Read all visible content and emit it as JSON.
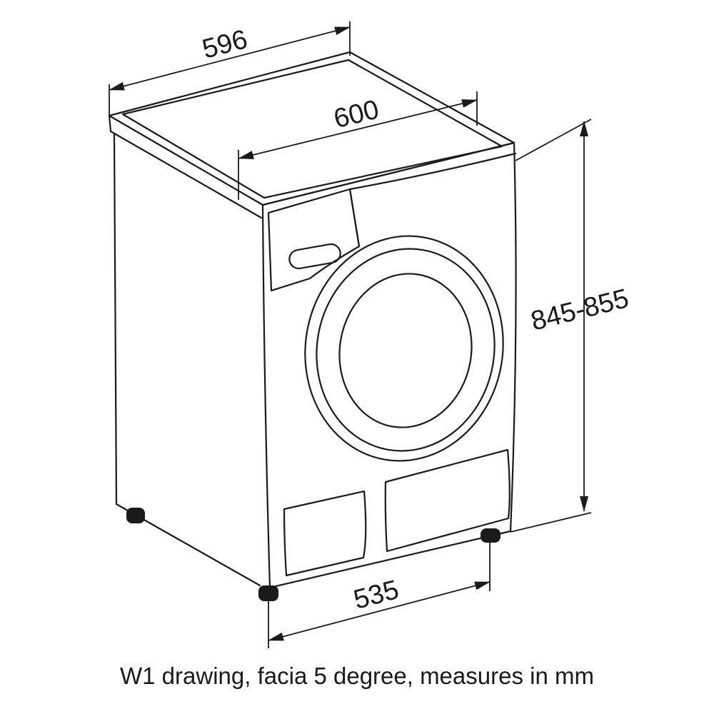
{
  "dimensions": {
    "top_width": "596",
    "top_depth": "600",
    "height": "845-855",
    "bottom_width": "535"
  },
  "caption": "W1 drawing, facia 5 degree, measures in mm",
  "colors": {
    "line": "#1a1a1a",
    "background": "#ffffff"
  }
}
